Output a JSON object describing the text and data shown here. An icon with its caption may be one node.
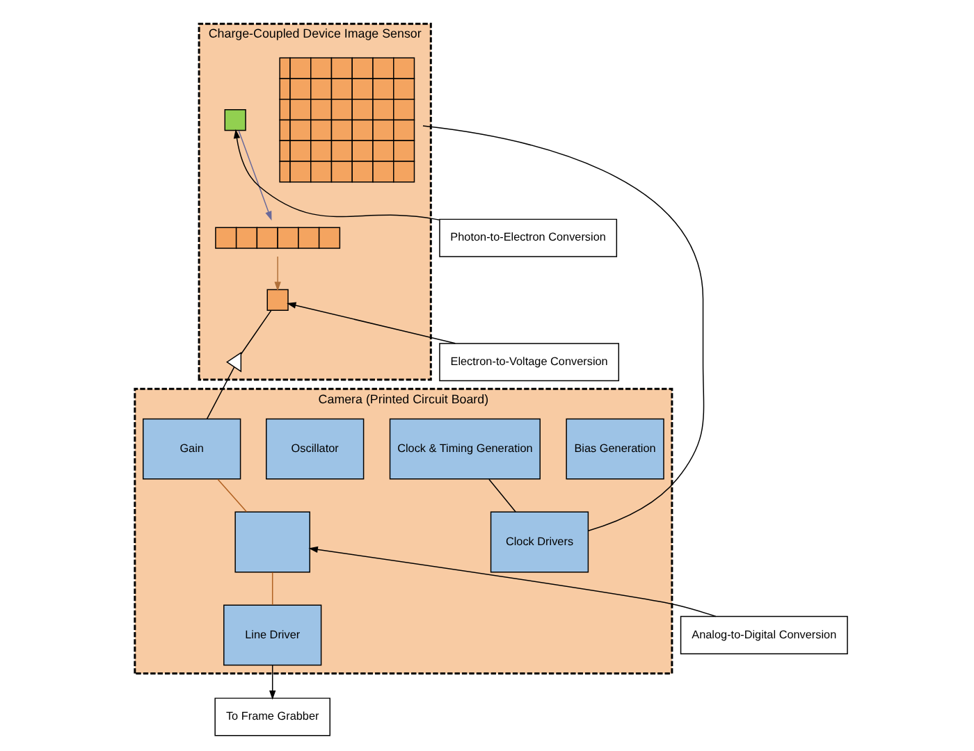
{
  "diagram": {
    "nodes": [
      {
        "text": [
          "Camera (Printed Circuit Board)"
        ]
      },
      {
        "text": [
          "Bias Generation"
        ],
        "in": 0
      },
      {
        "text": [
          "Clock & Timing Generation"
        ],
        "in": 0
      },
      {
        "text": [
          "Oscillator"
        ],
        "in": 0
      },
      {
        "text": [
          "Clock Drivers"
        ],
        "in": 0
      },
      {
        "text": [
          "Line Driver"
        ],
        "in": 0
      },
      {
        "text": [],
        "shape": "box",
        "in": 0
      },
      {
        "text": [
          "Gain"
        ],
        "in": 0
      },
      {
        "text": [
          "Charge-Coupled Device Image Sensor"
        ]
      },
      {
        "text": [],
        "shape": "grid",
        "in": 8
      },
      {
        "text": [],
        "shape": "box",
        "in": 8
      },
      {
        "text": [],
        "shape": "bar",
        "in": 8
      },
      {
        "text": [],
        "shape": "box",
        "in": 8
      },
      {
        "text": [],
        "shape": "triangle",
        "in": 8
      },
      {
        "text": [
          "To Frame Grabber"
        ]
      },
      {
        "text": [
          "Analog-to-Digital Conversion"
        ]
      },
      {
        "text": [
          "Electron-to-Voltage Conversion"
        ]
      },
      {
        "text": [
          "Photon-to-Electron Conversion"
        ]
      }
    ],
    "edges": [
      {
        "from": 2,
        "to": 4,
        "arrow": "none"
      },
      {
        "from": 4,
        "to": 9,
        "arrow": "none"
      },
      {
        "from": 6,
        "to": 5,
        "arrow": "none",
        "color": "#b06020"
      },
      {
        "from": 7,
        "to": 6,
        "arrow": "none",
        "color": "#b06020"
      },
      {
        "from": 13,
        "to": 7,
        "arrow": "none"
      },
      {
        "from": 12,
        "to": 13,
        "arrow": "none"
      },
      {
        "from": 5,
        "to": 14,
        "arrow": "to"
      },
      {
        "from": 15,
        "to": 6,
        "arrow": "to"
      },
      {
        "from": 16,
        "to": 12,
        "arrow": "to"
      },
      {
        "from": 17,
        "to": 10,
        "arrow": "to"
      },
      {
        "from": 10,
        "to": 11,
        "arrow": "to",
        "color": "#6a6a9a"
      },
      {
        "from": 11,
        "to": 12,
        "arrow": "to",
        "color": "#b0703a"
      }
    ]
  }
}
